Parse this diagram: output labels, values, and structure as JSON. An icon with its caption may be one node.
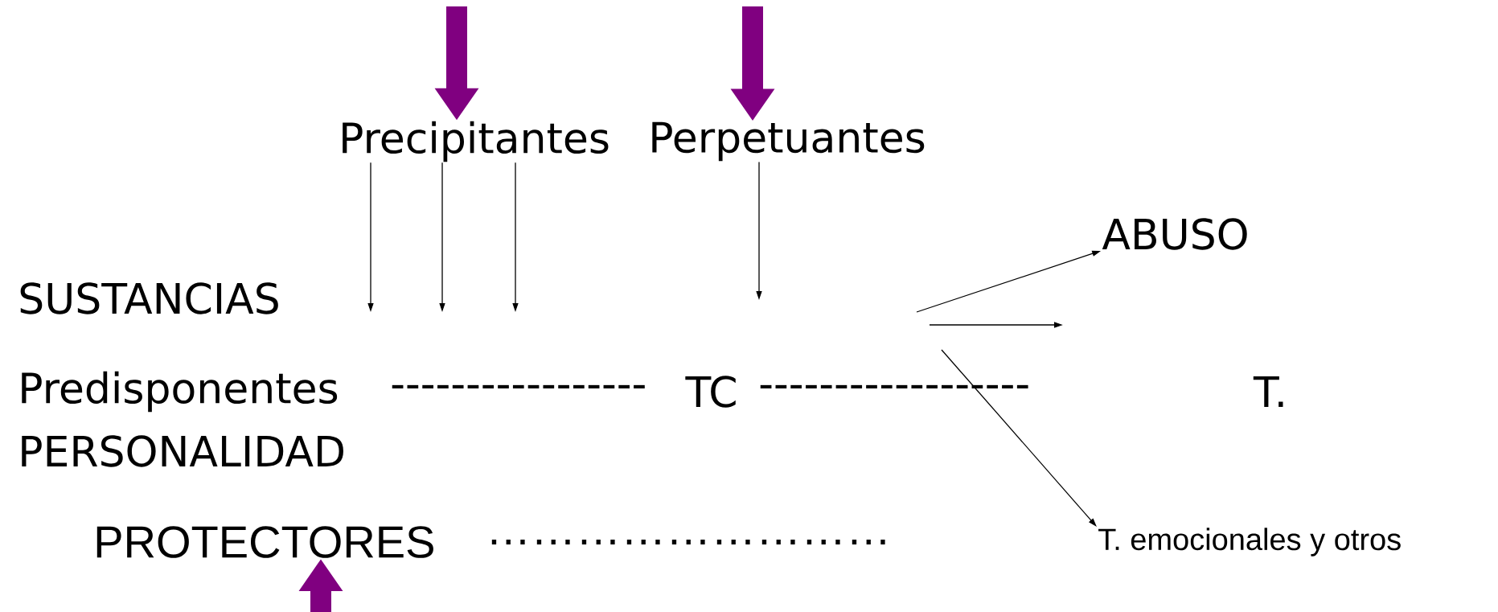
{
  "diagram": {
    "nodes": [
      {
        "text": [
          "Precipitantes"
        ]
      },
      {
        "text": [
          "Perpetuantes"
        ]
      },
      {
        "text": [
          "TC"
        ]
      },
      {
        "text": [
          "ABUSO"
        ]
      },
      {
        "text": [
          "T."
        ]
      },
      {
        "text": [
          "PROTECTORES"
        ]
      },
      {
        "text": [
          "T. emocionales y otros"
        ]
      }
    ],
    "edges": [
      {
        "from": null,
        "to": 0,
        "arrow": "to",
        "style": "thick",
        "color": "#800080"
      },
      {
        "from": null,
        "to": 1,
        "arrow": "to",
        "style": "thick",
        "color": "#800080"
      },
      {
        "from": 0,
        "to": null,
        "arrow": "to"
      },
      {
        "from": 0,
        "to": null,
        "arrow": "to"
      },
      {
        "from": 0,
        "to": null,
        "arrow": "to"
      },
      {
        "from": 1,
        "to": null,
        "arrow": "to"
      },
      {
        "from": null,
        "to": 3,
        "arrow": "to"
      },
      {
        "from": null,
        "to": 6,
        "arrow": "to"
      },
      {
        "from": null,
        "to": 5,
        "arrow": "to",
        "style": "thick",
        "color": "#800080"
      }
    ],
    "labels": [
      "SUSTANCIAS",
      "Predisponentes",
      "-----------------",
      "------------------",
      "PERSONALIDAD",
      "………………………"
    ]
  }
}
